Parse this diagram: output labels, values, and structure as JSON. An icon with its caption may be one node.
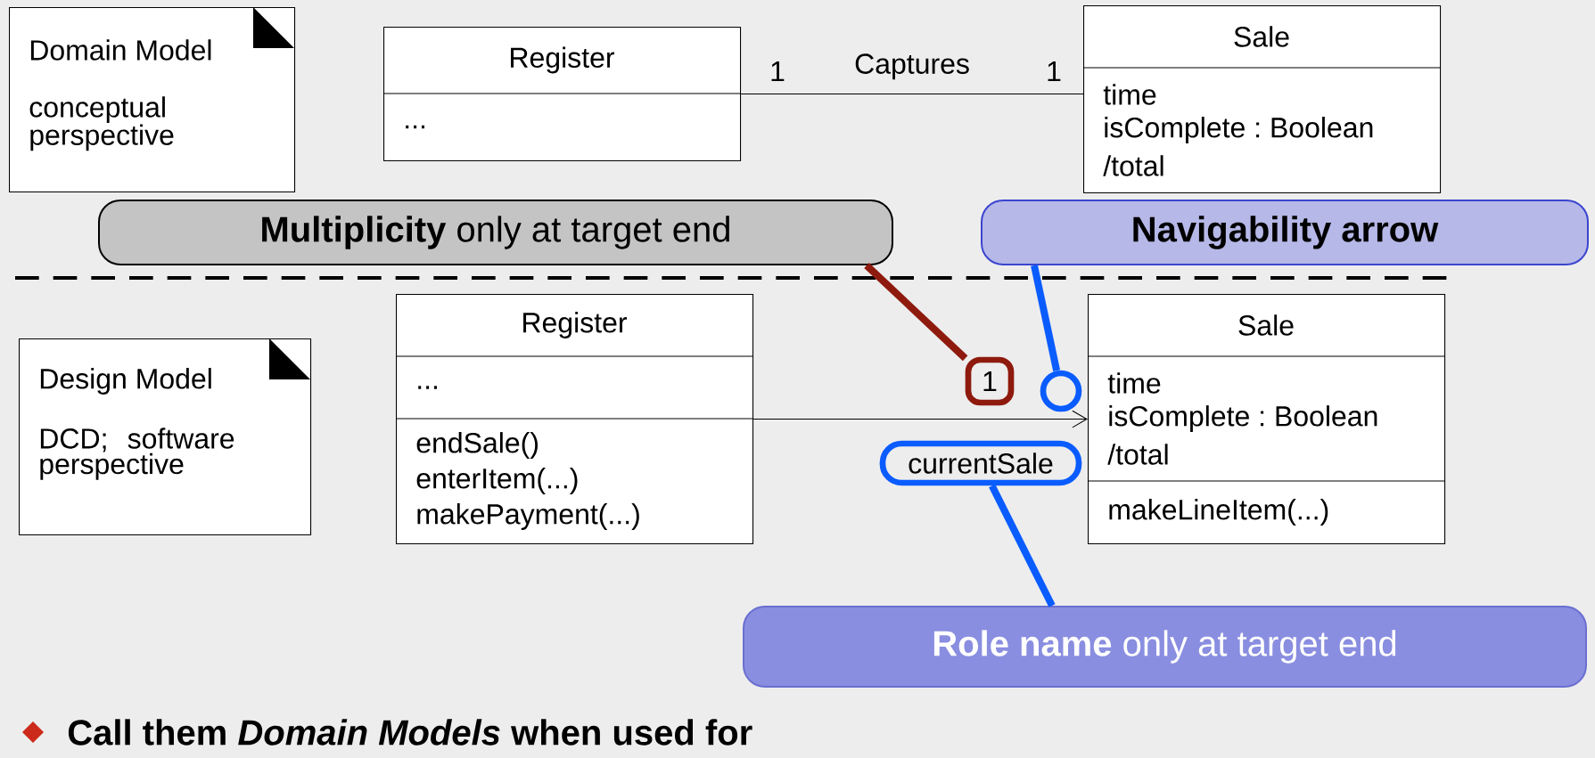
{
  "diagram": {
    "nodes": [
      {
        "text": [
          "Domain Model",
          "conceptual perspective"
        ]
      },
      {
        "text": [
          "Register",
          "..."
        ]
      },
      {
        "text": [
          "Sale",
          "time",
          "isComplete : Boolean",
          "/total"
        ]
      },
      {
        "text": [
          "Design Model",
          "DCD; software perspective"
        ]
      },
      {
        "text": [
          "Register",
          "...",
          "endSale()",
          "enterItem(...)",
          "makePayment(...)"
        ]
      },
      {
        "text": [
          "Sale",
          "time",
          "isComplete : Boolean",
          "/total",
          "makeLineItem(...)"
        ]
      },
      {
        "text": [
          "**Multiplicity** only at target end"
        ]
      },
      {
        "text": [
          "Navigability arrow"
        ]
      },
      {
        "text": [
          "**Role name** only at target end"
        ]
      },
      {
        "text": [
          "1"
        ]
      },
      {
        "text": [],
        "shape": "circle"
      },
      {
        "text": [
          "currentSale"
        ]
      }
    ],
    "edges": [
      {
        "from": 1,
        "to": 2,
        "arrow": "none",
        "label": "Captures"
      },
      {
        "from": 4,
        "to": 5,
        "arrow": "to"
      },
      {
        "from": 6,
        "to": 9,
        "arrow": "none",
        "color": "#8e1a0e"
      },
      {
        "from": 7,
        "to": 10,
        "arrow": "none",
        "color": "#0a5cff"
      },
      {
        "from": 8,
        "to": 11,
        "arrow": "none",
        "color": "#0a5cff"
      }
    ],
    "labels": [
      "1",
      "1",
      "Call them *Domain Models* when used for"
    ]
  }
}
